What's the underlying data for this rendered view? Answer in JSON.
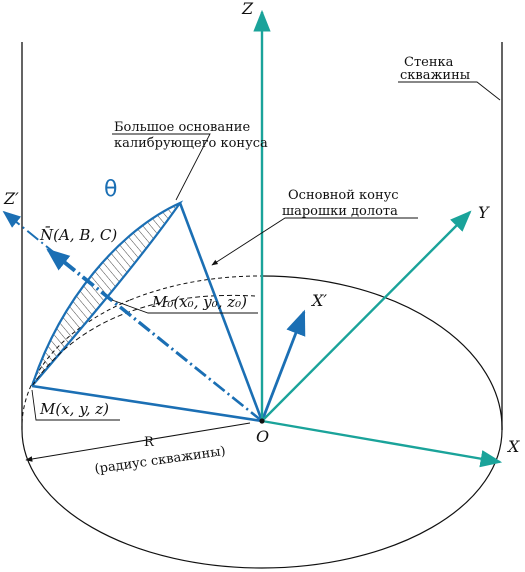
{
  "colors": {
    "teal": "#1aa39a",
    "blue": "#1b6fb4",
    "black": "#111111"
  },
  "labels": {
    "axis_z": "Z",
    "axis_y": "Y",
    "axis_x": "X",
    "axis_z_prime": "Z′",
    "axis_x_prime": "X′",
    "origin": "O",
    "theta": "θ",
    "normal": "N̄(A, B, C)",
    "point_m0": "M₀(x₀, y₀, z₀)",
    "point_m": "M(x, y, z)",
    "radius": "R",
    "radius_note": "(радиус скважины)",
    "wall_line1": "Стенка",
    "wall_line2": "скважины",
    "big_base_line1": "Большое основание",
    "big_base_line2": "калибрующего конуса",
    "main_cone_line1": "Основной конус",
    "main_cone_line2": "шарошки долота"
  }
}
